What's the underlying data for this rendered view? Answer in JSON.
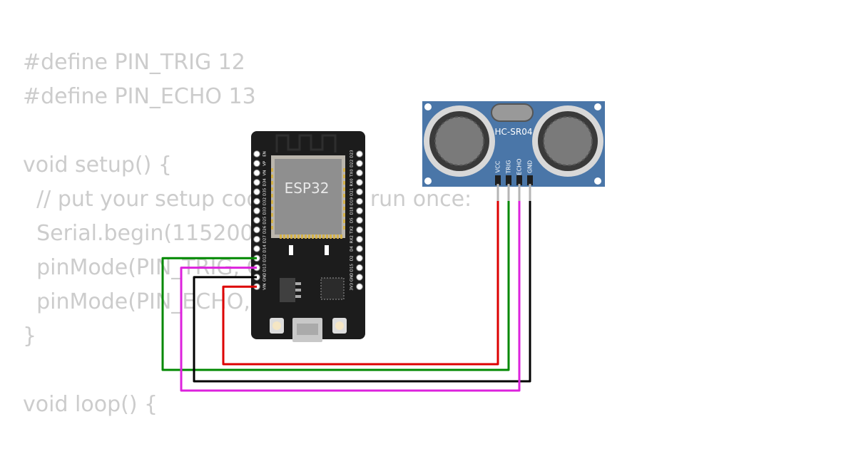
{
  "code_lines": [
    "#define PIN_TRIG 12",
    "#define PIN_ECHO 13",
    "",
    "void setup() {",
    "  // put your setup code here, to run once:",
    "  Serial.begin(115200);",
    "  pinMode(PIN_TRIG, OUTPUT);",
    "  pinMode(PIN_ECHO, INPUT);",
    "}",
    "",
    "void loop() {"
  ],
  "esp32": {
    "chip_label": "ESP32",
    "left_pins": [
      "EN",
      "VP",
      "VN",
      "D34",
      "D35",
      "D32",
      "D33",
      "D25",
      "D26",
      "D27",
      "D14",
      "D12",
      "D13",
      "GND",
      "VIN"
    ],
    "right_pins": [
      "D23",
      "D22",
      "TX0",
      "RX0",
      "D21",
      "D19",
      "D18",
      "D5",
      "TX2",
      "RX2",
      "D4",
      "D2",
      "D15",
      "GND",
      "3V3"
    ]
  },
  "sensor": {
    "label": "HC-SR04",
    "pins": [
      "VCC",
      "TRIG",
      "ECHO",
      "GND"
    ]
  },
  "wires": [
    {
      "from": "VIN",
      "to": "VCC",
      "color": "#dd0000"
    },
    {
      "from": "D12",
      "to": "TRIG",
      "color": "#008800"
    },
    {
      "from": "GND",
      "to": "GND",
      "color": "#000000"
    },
    {
      "from": "D13",
      "to": "ECHO",
      "color": "#dd22dd"
    }
  ]
}
